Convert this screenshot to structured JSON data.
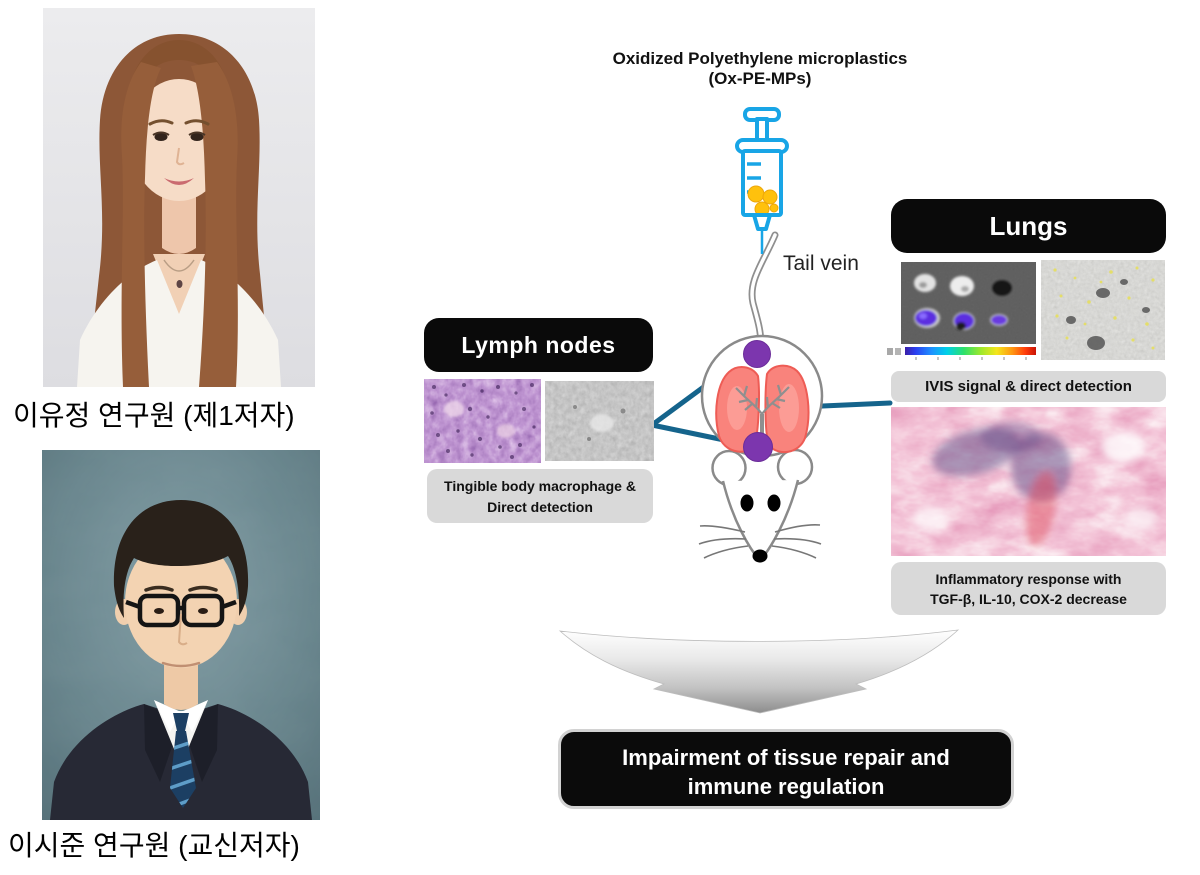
{
  "figure": {
    "title_line1": "Oxidized Polyethylene microplastics",
    "title_line2": "(Ox-PE-MPs)",
    "tail_vein_label": "Tail vein"
  },
  "authors": {
    "first": {
      "caption": "이유정 연구원 (제1저자)"
    },
    "corresponding": {
      "caption": "이시준 연구원 (교신저자)"
    }
  },
  "lymph_panel": {
    "title": "Lymph nodes",
    "caption_line1": "Tingible body macrophage &",
    "caption_line2": "Direct detection"
  },
  "lungs_panel": {
    "title": "Lungs",
    "ivis_caption": "IVIS signal & direct detection",
    "result_line1": "Inflammatory response with",
    "result_line2": "TGF-β, IL-10, COX-2 decrease"
  },
  "conclusion": {
    "line1": "Impairment of tissue repair and",
    "line2": "immune regulation"
  },
  "colors": {
    "connector_teal": "#15648c",
    "node_purple": "#7c36ae",
    "syringe_blue": "#18a5e6",
    "microplastic_yellow": "#ffc10d",
    "banner_black": "#0a0a0a",
    "caption_gray": "#d9d9d9",
    "lung_pink": "#f9837c"
  }
}
